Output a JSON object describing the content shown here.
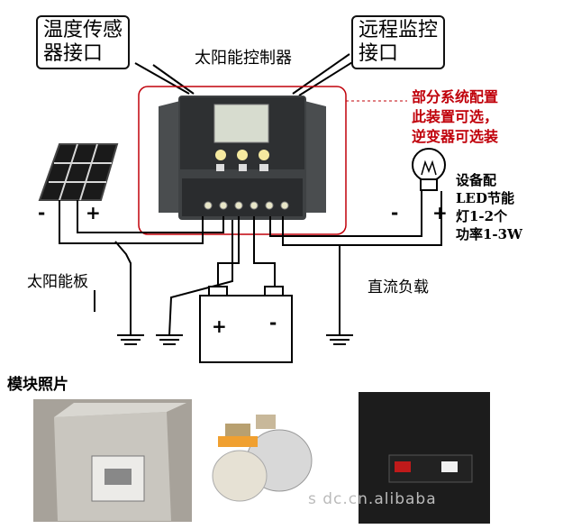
{
  "callouts": {
    "temp_sensor": [
      "温度传感",
      "器接口"
    ],
    "remote_monitor": [
      "远程监控",
      "接口"
    ]
  },
  "controller_title": "太阳能控制器",
  "optional_note": [
    "部分系统配置",
    "此装置可选，",
    "逆变器可选装"
  ],
  "load_note": [
    "设备配",
    "LED节能",
    "灯1-2个",
    "功率1-3W"
  ],
  "solar_panel_label": "太阳能板",
  "dc_load_label": "直流负载",
  "module_photos_label": "模块照片",
  "signs": {
    "panel_minus": "-",
    "panel_plus": "+",
    "lamp_minus": "-",
    "lamp_plus": "+",
    "battery_plus": "+",
    "battery_minus": "-"
  },
  "watermark": "s    dc.cn.alibaba",
  "colors": {
    "accent_red": "#c0000a",
    "controller_body": "#3f4244",
    "lcd": "#d7dccf",
    "button_yellow": "#f5e9a0"
  }
}
